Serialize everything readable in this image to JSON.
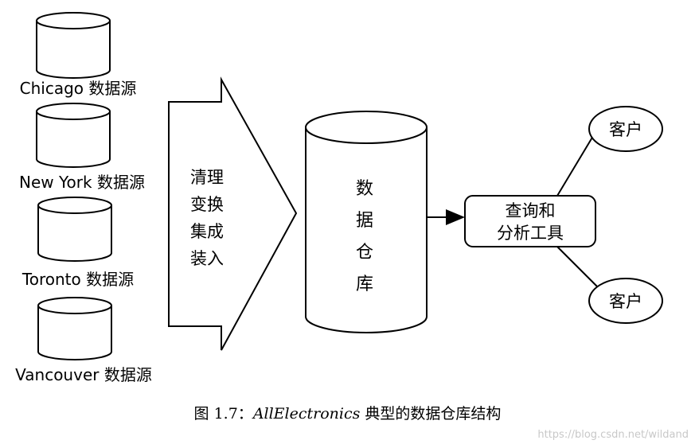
{
  "sources": [
    {
      "label": "Chicago 数据源"
    },
    {
      "label": "New York 数据源"
    },
    {
      "label": "Toronto 数据源"
    },
    {
      "label": "Vancouver 数据源"
    }
  ],
  "process_lines": [
    "清理",
    "变换",
    "集成",
    "装入"
  ],
  "warehouse_lines": [
    "数",
    "据",
    "仓",
    "库"
  ],
  "tool_lines": [
    "查询和",
    "分析工具"
  ],
  "clients": [
    {
      "label": "客户"
    },
    {
      "label": "客户"
    }
  ],
  "caption": {
    "prefix": "图 1.7：",
    "emphasis": "AllElectronics",
    "suffix": " 典型的数据仓库结构"
  },
  "watermark": "https://blog.csdn.net/wildand"
}
